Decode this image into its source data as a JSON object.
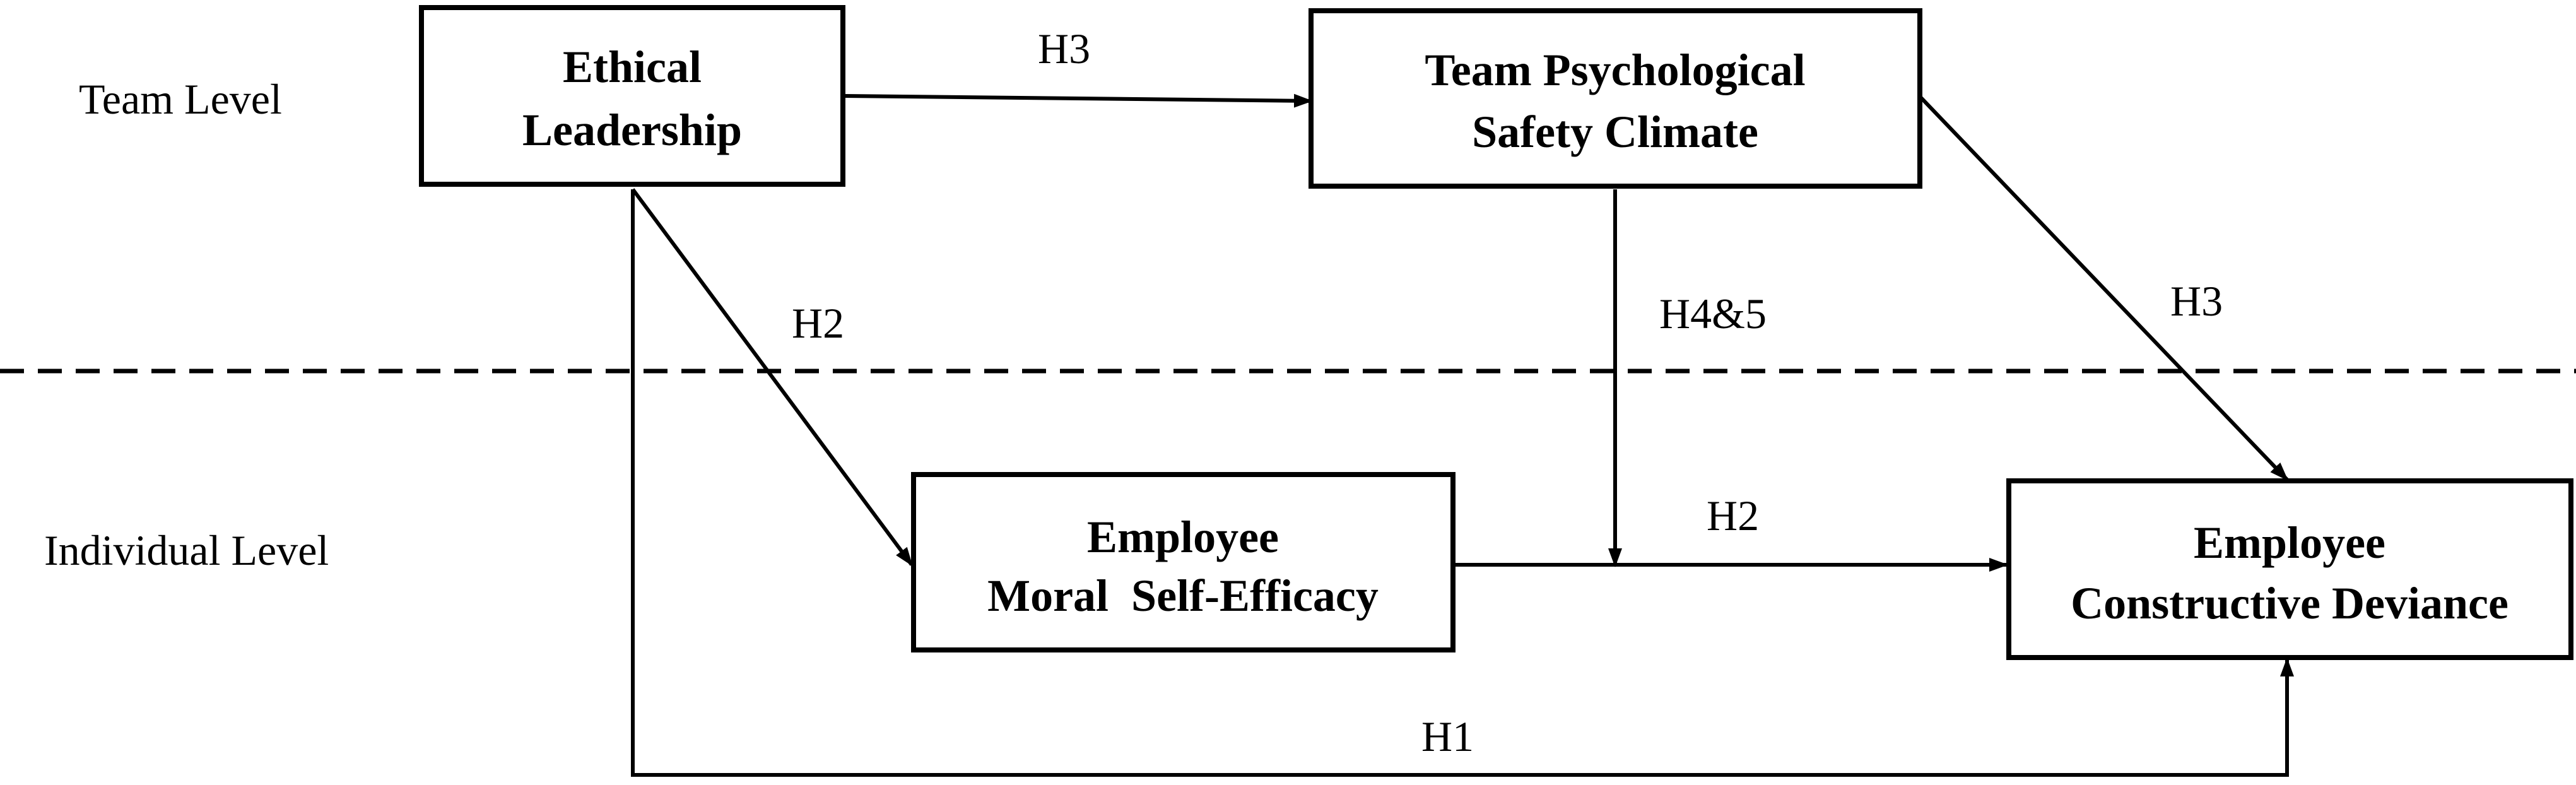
{
  "levels": {
    "team": "Team Level",
    "individual": "Individual Level"
  },
  "boxes": {
    "ethical_leadership": {
      "line1": "Ethical",
      "line2": "Leadership"
    },
    "team_psych_safety": {
      "line1": "Team Psychological",
      "line2": "Safety Climate"
    },
    "moral_self_efficacy": {
      "line1": "Employee",
      "line2": "Moral  Self-Efficacy"
    },
    "constructive_deviance": {
      "line1": "Employee",
      "line2": "Constructive Deviance"
    }
  },
  "paths": {
    "leadership_to_safety": "H3",
    "safety_to_deviance": "H3",
    "leadership_to_efficacy": "H2",
    "efficacy_to_deviance": "H2",
    "moderation": "H4&5",
    "leadership_to_deviance": "H1"
  },
  "colors": {
    "stroke": "#000000",
    "background": "#ffffff"
  }
}
